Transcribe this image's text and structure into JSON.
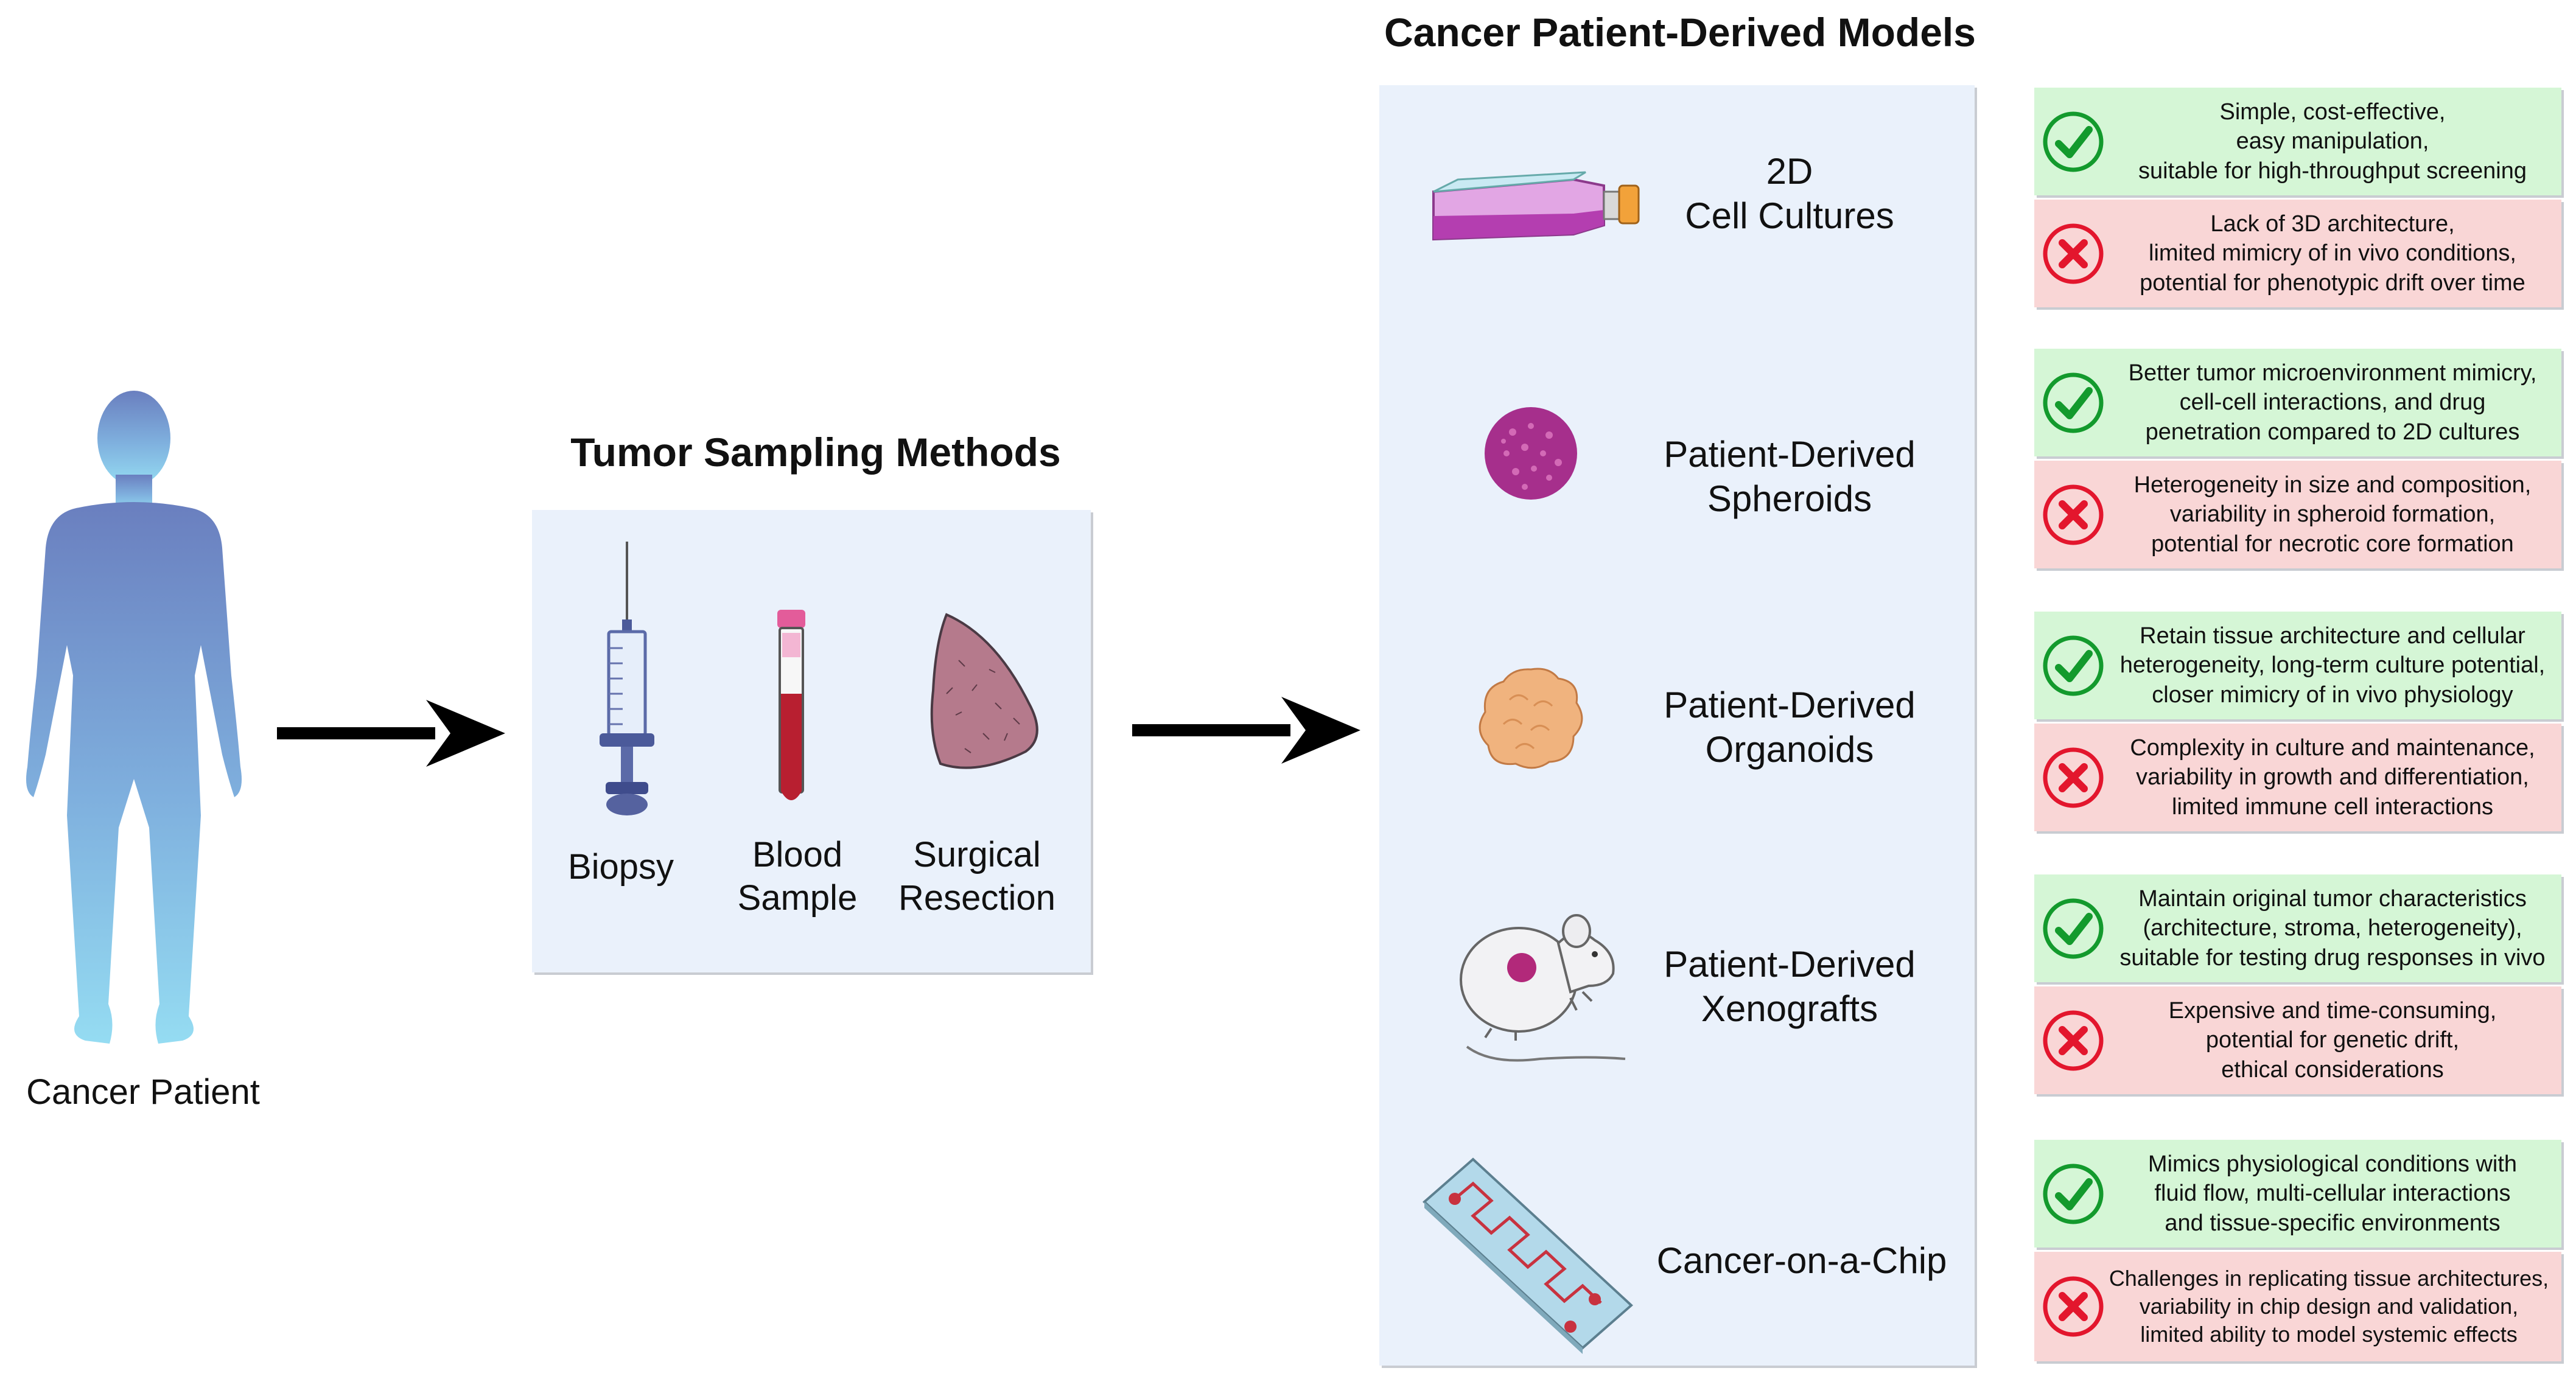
{
  "colors": {
    "panel_bg": "#eaf1fb",
    "pro_bg": "#d5f6d6",
    "con_bg": "#f9d6d6",
    "check_green": "#139a2d",
    "cross_red": "#e3162d",
    "arrow": "#000000",
    "person_top": "#6a7fbf",
    "person_bottom": "#8fd8f2"
  },
  "patient": {
    "label": "Cancer Patient",
    "icon": "human-silhouette-icon"
  },
  "sampling": {
    "title": "Tumor Sampling Methods",
    "methods": [
      {
        "label": "Biopsy",
        "icon": "syringe-icon"
      },
      {
        "label": "Blood\nSample",
        "icon": "blood-tube-icon"
      },
      {
        "label": "Surgical\nResection",
        "icon": "tissue-icon"
      }
    ]
  },
  "models": {
    "title": "Cancer Patient-Derived Models",
    "items": [
      {
        "name": "2D\nCell Cultures",
        "icon": "culture-flask-icon",
        "pro": "Simple, cost-effective,\neasy manipulation,\nsuitable for high-throughput screening",
        "con": "Lack of 3D architecture,\nlimited mimicry of in vivo conditions,\npotential for phenotypic drift over time"
      },
      {
        "name": "Patient-Derived\nSpheroids",
        "icon": "spheroid-icon",
        "pro": "Better tumor microenvironment mimicry,\ncell-cell interactions, and drug\npenetration compared to 2D cultures",
        "con": "Heterogeneity in size and composition,\nvariability in spheroid formation,\npotential for necrotic core formation"
      },
      {
        "name": "Patient-Derived\nOrganoids",
        "icon": "organoid-icon",
        "pro": "Retain tissue architecture and cellular\nheterogeneity, long-term culture potential,\ncloser mimicry of in vivo physiology",
        "con": "Complexity in culture and maintenance,\nvariability in growth and differentiation,\nlimited immune cell interactions"
      },
      {
        "name": "Patient-Derived\nXenografts",
        "icon": "mouse-icon",
        "pro": "Maintain original tumor characteristics\n(architecture, stroma, heterogeneity),\nsuitable for testing drug responses in vivo",
        "con": "Expensive and time-consuming,\npotential for genetic drift,\nethical considerations"
      },
      {
        "name": "Cancer-on-a-Chip",
        "icon": "microfluidic-chip-icon",
        "pro": "Mimics physiological conditions with\nfluid flow, multi-cellular interactions\nand tissue-specific environments",
        "con": "Challenges in replicating tissue architectures,\nvariability in chip design and validation,\nlimited ability to model systemic effects"
      }
    ]
  }
}
